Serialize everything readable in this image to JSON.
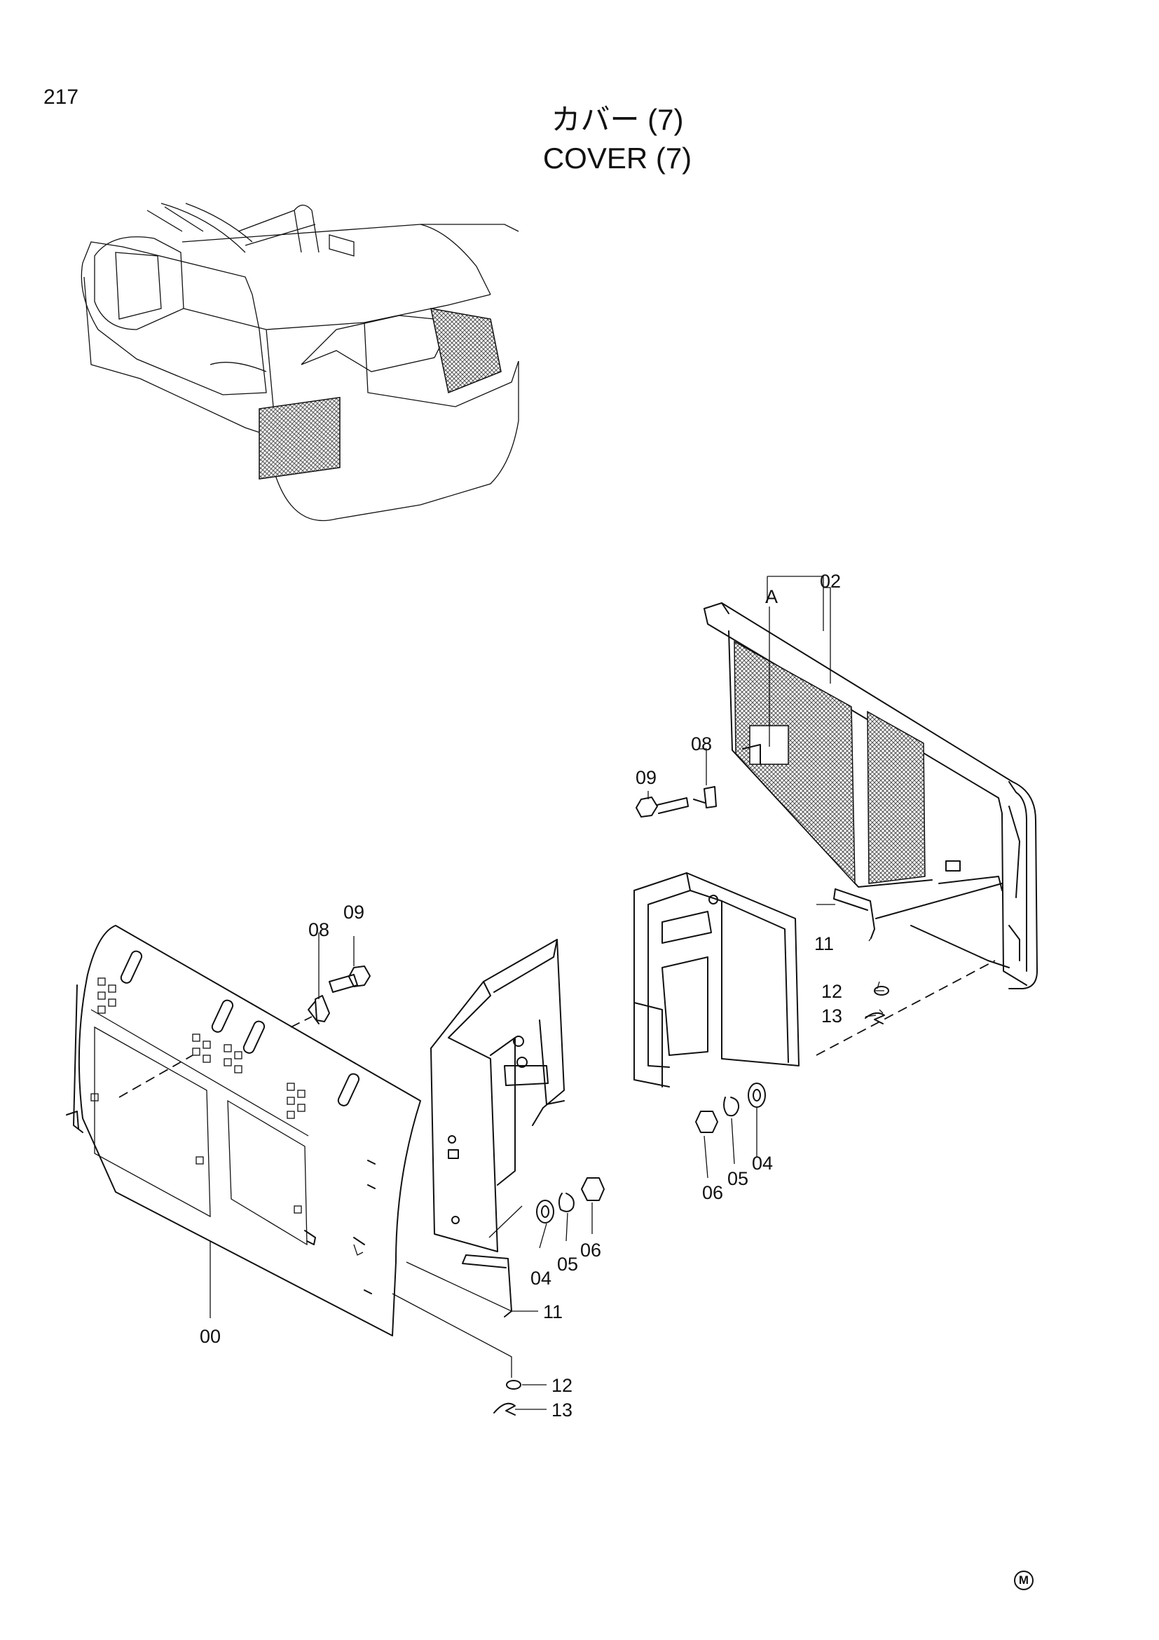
{
  "page_number": "217",
  "title_jp": "カバー (7)",
  "title_en": "COVER (7)",
  "corner_mark": "M",
  "callouts": {
    "a": "A",
    "p00": "00",
    "p02": "02",
    "p04_left": "04",
    "p05_left": "05",
    "p06_left": "06",
    "p04_right": "04",
    "p05_right": "05",
    "p06_right": "06",
    "p08_left": "08",
    "p09_left": "09",
    "p08_right": "08",
    "p09_right": "09",
    "p11_left": "11",
    "p11_right": "11",
    "p12_left": "12",
    "p13_left": "13",
    "p12_right": "12",
    "p13_right": "13"
  }
}
